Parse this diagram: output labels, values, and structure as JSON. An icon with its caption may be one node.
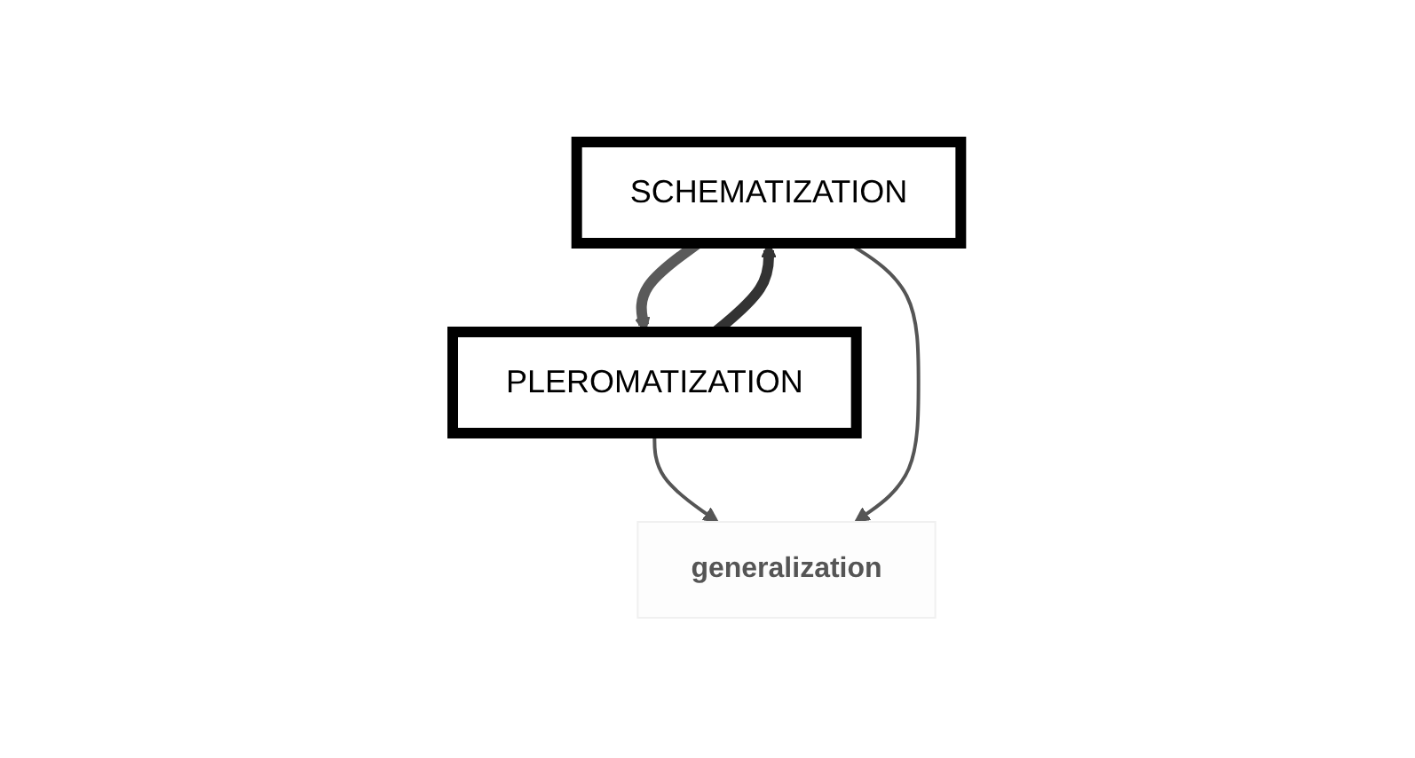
{
  "diagram": {
    "nodes": [
      {
        "text": [
          "SCHEMATIZATION"
        ]
      },
      {
        "text": [
          "generalization"
        ]
      },
      {
        "text": [
          "PLEROMATIZATION"
        ]
      }
    ],
    "edges": [
      {
        "from": 2,
        "to": 0,
        "arrow": "to",
        "style": "thick",
        "color": "#333333"
      },
      {
        "from": 2,
        "to": 1,
        "arrow": "to",
        "color": "#555555"
      },
      {
        "from": 0,
        "to": 2,
        "arrow": "to",
        "style": "thick",
        "color": "#5a5a5a"
      },
      {
        "from": 0,
        "to": 1,
        "arrow": "to",
        "color": "#555555"
      }
    ]
  }
}
